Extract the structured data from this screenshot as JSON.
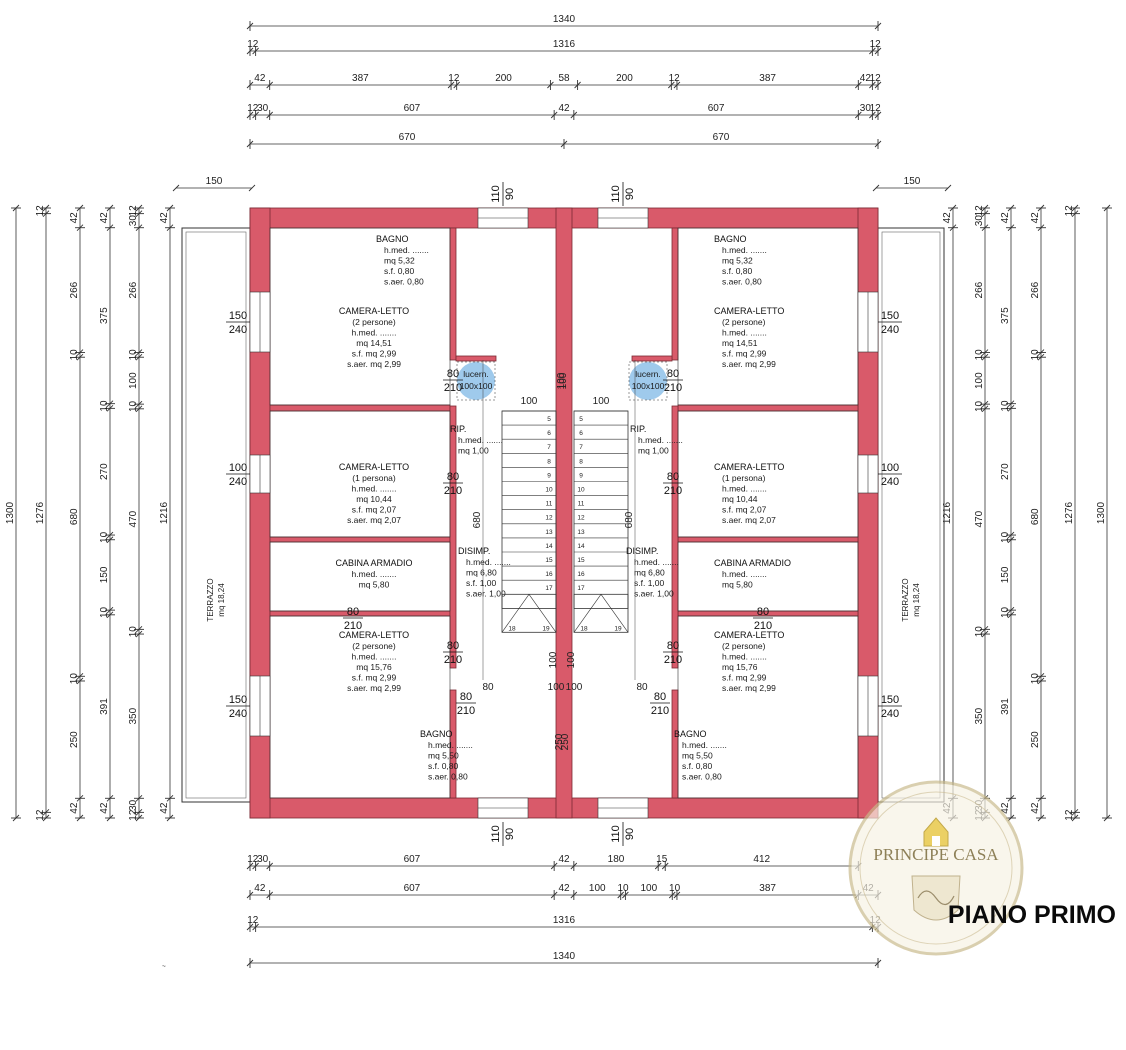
{
  "plan": {
    "title": "PIANO PRIMO",
    "stamp_text": "PRINCIPE CASA",
    "colors": {
      "wall": "#d95a6a",
      "window_glass": "#7fb8e6",
      "ink": "#222222"
    },
    "dims_top": [
      {
        "row": 0,
        "items": [
          {
            "a": 0,
            "b": 1340,
            "t": "1340"
          }
        ]
      },
      {
        "row": 1,
        "items": [
          {
            "a": 0,
            "b": 12,
            "t": "12"
          },
          {
            "a": 12,
            "b": 1328,
            "t": "1316"
          },
          {
            "a": 1328,
            "b": 1340,
            "t": "12"
          }
        ]
      },
      {
        "row": 2,
        "items": [
          {
            "a": 0,
            "b": 42,
            "t": "42"
          },
          {
            "a": 42,
            "b": 429,
            "t": "387"
          },
          {
            "a": 429,
            "b": 441,
            "t": "12"
          },
          {
            "a": 441,
            "b": 641,
            "t": "200"
          },
          {
            "a": 641,
            "b": 699,
            "t": "58"
          },
          {
            "a": 699,
            "b": 899,
            "t": "200"
          },
          {
            "a": 899,
            "b": 911,
            "t": "12"
          },
          {
            "a": 911,
            "b": 1298,
            "t": "387"
          },
          {
            "a": 1298,
            "b": 1328,
            "t": "42"
          },
          {
            "a": 1328,
            "b": 1340,
            "t": "12"
          }
        ]
      },
      {
        "row": 3,
        "items": [
          {
            "a": 0,
            "b": 12,
            "t": "12"
          },
          {
            "a": 12,
            "b": 42,
            "t": "30"
          },
          {
            "a": 42,
            "b": 649,
            "t": "607"
          },
          {
            "a": 649,
            "b": 691,
            "t": "42"
          },
          {
            "a": 691,
            "b": 1298,
            "t": "607"
          },
          {
            "a": 1298,
            "b": 1328,
            "t": "30"
          },
          {
            "a": 1328,
            "b": 1340,
            "t": "12"
          }
        ]
      },
      {
        "row": 4,
        "items": [
          {
            "a": 0,
            "b": 670,
            "t": "670"
          },
          {
            "a": 670,
            "b": 1340,
            "t": "670"
          }
        ]
      }
    ],
    "dims_bottom": [
      {
        "row": 0,
        "items": [
          {
            "a": 0,
            "b": 12,
            "t": "12"
          },
          {
            "a": 12,
            "b": 42,
            "t": "30"
          },
          {
            "a": 42,
            "b": 649,
            "t": "607"
          },
          {
            "a": 649,
            "b": 691,
            "t": "42"
          },
          {
            "a": 691,
            "b": 871,
            "t": "180"
          },
          {
            "a": 871,
            "b": 886,
            "t": "15"
          },
          {
            "a": 886,
            "b": 1298,
            "t": "412"
          }
        ]
      },
      {
        "row": 1,
        "items": [
          {
            "a": 0,
            "b": 42,
            "t": "42"
          },
          {
            "a": 42,
            "b": 649,
            "t": "607"
          },
          {
            "a": 649,
            "b": 691,
            "t": "42"
          },
          {
            "a": 691,
            "b": 791,
            "t": "100"
          },
          {
            "a": 791,
            "b": 801,
            "t": "10"
          },
          {
            "a": 801,
            "b": 901,
            "t": "100"
          },
          {
            "a": 901,
            "b": 911,
            "t": "10"
          },
          {
            "a": 911,
            "b": 1298,
            "t": "387"
          },
          {
            "a": 1298,
            "b": 1340,
            "t": "42"
          }
        ]
      },
      {
        "row": 2,
        "items": [
          {
            "a": 0,
            "b": 12,
            "t": "12"
          },
          {
            "a": 12,
            "b": 1328,
            "t": "1316"
          },
          {
            "a": 1328,
            "b": 1340,
            "t": "12"
          }
        ]
      },
      {
        "row": 3,
        "items": [
          {
            "a": 0,
            "b": 1340,
            "t": "1340"
          }
        ]
      }
    ],
    "dims_left": [
      {
        "col": 0,
        "items": [
          {
            "a": 0,
            "b": 1300,
            "t": "1300"
          }
        ]
      },
      {
        "col": 1,
        "items": [
          {
            "a": 0,
            "b": 12,
            "t": "12"
          },
          {
            "a": 12,
            "b": 1288,
            "t": "1276"
          },
          {
            "a": 1288,
            "b": 1300,
            "t": "12"
          }
        ]
      },
      {
        "col": 2,
        "items": [
          {
            "a": 0,
            "b": 42,
            "t": "42"
          },
          {
            "a": 42,
            "b": 308,
            "t": "266"
          },
          {
            "a": 308,
            "b": 318,
            "t": "10"
          },
          {
            "a": 318,
            "b": 998,
            "t": "680"
          },
          {
            "a": 998,
            "b": 1008,
            "t": "10"
          },
          {
            "a": 1008,
            "b": 1258,
            "t": "250"
          },
          {
            "a": 1258,
            "b": 1300,
            "t": "42"
          }
        ]
      },
      {
        "col": 3,
        "items": [
          {
            "a": 0,
            "b": 42,
            "t": "42"
          },
          {
            "a": 42,
            "b": 417,
            "t": "375"
          },
          {
            "a": 417,
            "b": 427,
            "t": "10"
          },
          {
            "a": 427,
            "b": 697,
            "t": "270"
          },
          {
            "a": 697,
            "b": 707,
            "t": "10"
          },
          {
            "a": 707,
            "b": 857,
            "t": "150"
          },
          {
            "a": 857,
            "b": 867,
            "t": "10"
          },
          {
            "a": 867,
            "b": 1258,
            "t": "391"
          },
          {
            "a": 1258,
            "b": 1300,
            "t": "42"
          }
        ]
      },
      {
        "col": 4,
        "items": [
          {
            "a": 0,
            "b": 12,
            "t": "12"
          },
          {
            "a": 12,
            "b": 42,
            "t": "30"
          },
          {
            "a": 42,
            "b": 308,
            "t": "266"
          },
          {
            "a": 308,
            "b": 318,
            "t": "10"
          },
          {
            "a": 318,
            "b": 418,
            "t": "100"
          },
          {
            "a": 418,
            "b": 428,
            "t": "10"
          },
          {
            "a": 428,
            "b": 898,
            "t": "470"
          },
          {
            "a": 898,
            "b": 908,
            "t": "10"
          },
          {
            "a": 908,
            "b": 1258,
            "t": "350"
          },
          {
            "a": 1258,
            "b": 1288,
            "t": "30"
          },
          {
            "a": 1288,
            "b": 1300,
            "t": "12"
          }
        ]
      },
      {
        "col": 5,
        "items": [
          {
            "a": 0,
            "b": 42,
            "t": "42"
          },
          {
            "a": 42,
            "b": 1258,
            "t": "1216"
          },
          {
            "a": 1258,
            "b": 1300,
            "t": "42"
          }
        ]
      }
    ],
    "dims_right": [
      {
        "col": 0,
        "items": [
          {
            "a": 0,
            "b": 42,
            "t": "42"
          },
          {
            "a": 42,
            "b": 1258,
            "t": "1216"
          },
          {
            "a": 1258,
            "b": 1300,
            "t": "42"
          }
        ]
      },
      {
        "col": 1,
        "items": [
          {
            "a": 0,
            "b": 12,
            "t": "12"
          },
          {
            "a": 12,
            "b": 42,
            "t": "30"
          },
          {
            "a": 42,
            "b": 308,
            "t": "266"
          },
          {
            "a": 308,
            "b": 318,
            "t": "10"
          },
          {
            "a": 318,
            "b": 418,
            "t": "100"
          },
          {
            "a": 418,
            "b": 428,
            "t": "10"
          },
          {
            "a": 428,
            "b": 898,
            "t": "470"
          },
          {
            "a": 898,
            "b": 908,
            "t": "10"
          },
          {
            "a": 908,
            "b": 1258,
            "t": "350"
          },
          {
            "a": 1258,
            "b": 1288,
            "t": "30"
          },
          {
            "a": 1288,
            "b": 1300,
            "t": "12"
          }
        ]
      },
      {
        "col": 2,
        "items": [
          {
            "a": 0,
            "b": 42,
            "t": "42"
          },
          {
            "a": 42,
            "b": 417,
            "t": "375"
          },
          {
            "a": 417,
            "b": 427,
            "t": "10"
          },
          {
            "a": 427,
            "b": 697,
            "t": "270"
          },
          {
            "a": 697,
            "b": 707,
            "t": "10"
          },
          {
            "a": 707,
            "b": 857,
            "t": "150"
          },
          {
            "a": 857,
            "b": 867,
            "t": "10"
          },
          {
            "a": 867,
            "b": 1258,
            "t": "391"
          },
          {
            "a": 1258,
            "b": 1300,
            "t": "42"
          }
        ]
      },
      {
        "col": 3,
        "items": [
          {
            "a": 0,
            "b": 42,
            "t": "42"
          },
          {
            "a": 42,
            "b": 308,
            "t": "266"
          },
          {
            "a": 308,
            "b": 318,
            "t": "10"
          },
          {
            "a": 318,
            "b": 998,
            "t": "680"
          },
          {
            "a": 998,
            "b": 1008,
            "t": "10"
          },
          {
            "a": 1008,
            "b": 1258,
            "t": "250"
          },
          {
            "a": 1258,
            "b": 1300,
            "t": "42"
          }
        ]
      },
      {
        "col": 4,
        "items": [
          {
            "a": 0,
            "b": 12,
            "t": "12"
          },
          {
            "a": 12,
            "b": 1288,
            "t": "1276"
          },
          {
            "a": 1288,
            "b": 1300,
            "t": "12"
          }
        ]
      },
      {
        "col": 5,
        "items": [
          {
            "a": 0,
            "b": 1300,
            "t": "1300"
          }
        ]
      }
    ],
    "terrace_width_label": "150",
    "terrace_label": "TERRAZZO",
    "terrace_area": "mq 18,24",
    "side_window_labels": [
      {
        "a": "150",
        "b": "240"
      },
      {
        "a": "100",
        "b": "240"
      },
      {
        "a": "150",
        "b": "240"
      }
    ],
    "front_window": {
      "a": "110",
      "b": "90"
    },
    "skylight": {
      "name": "lucern.",
      "size": "100x100"
    },
    "hall_height": "680",
    "unit_left": {
      "rooms": [
        {
          "name": "BAGNO",
          "lines": [
            "h.med. .......",
            "mq 5,32",
            "s.f. 0,80",
            "s.aer. 0,80"
          ]
        },
        {
          "name": "CAMERA-LETTO",
          "lines": [
            "(2 persone)",
            "h.med. .......",
            "mq 14,51",
            "s.f. mq 2,99",
            "s.aer. mq 2,99"
          ]
        },
        {
          "name": "CAMERA-LETTO",
          "lines": [
            "(1 persona)",
            "h.med. .......",
            "mq 10,44",
            "s.f. mq 2,07",
            "s.aer. mq 2,07"
          ]
        },
        {
          "name": "CABINA ARMADIO",
          "lines": [
            "h.med. .......",
            "mq 5,80"
          ]
        },
        {
          "name": "CAMERA-LETTO",
          "lines": [
            "(2 persone)",
            "h.med. .......",
            "mq 15,76",
            "s.f. mq 2,99",
            "s.aer. mq 2,99"
          ]
        },
        {
          "name": "BAGNO",
          "lines": [
            "h.med. .......",
            "mq 5,50",
            "s.f. 0,80",
            "s.aer. 0,80"
          ]
        },
        {
          "name": "RIP.",
          "lines": [
            "h.med. .......",
            "mq 1,00"
          ]
        },
        {
          "name": "DISIMP.",
          "lines": [
            "h.med. .......",
            "mq 6,80",
            "s.f. 1,00",
            "s.aer. 1,00"
          ]
        }
      ]
    },
    "unit_right": {
      "rooms": [
        {
          "name": "BAGNO",
          "lines": [
            "h.med. .......",
            "mq 5,32",
            "s.f. 0,80",
            "s.aer. 0,80"
          ]
        },
        {
          "name": "CAMERA-LETTO",
          "lines": [
            "(2 persone)",
            "h.med. .......",
            "mq 14,51",
            "s.f. mq 2,99",
            "s.aer. mq 2,99"
          ]
        },
        {
          "name": "CAMERA-LETTO",
          "lines": [
            "(1 persona)",
            "h.med. .......",
            "mq 10,44",
            "s.f. mq 2,07",
            "s.aer. mq 2,07"
          ]
        },
        {
          "name": "CABINA ARMADIO",
          "lines": [
            "h.med. .......",
            "mq 5,80"
          ]
        },
        {
          "name": "CAMERA-LETTO",
          "lines": [
            "(2 persone)",
            "h.med. .......",
            "mq 15,76",
            "s.f. mq 2,99",
            "s.aer. mq 2,99"
          ]
        },
        {
          "name": "BAGNO",
          "lines": [
            "h.med. .......",
            "mq 5,50",
            "s.f. 0,80",
            "s.aer. 0,80"
          ]
        },
        {
          "name": "RIP.",
          "lines": [
            "h.med. .......",
            "mq 1,00"
          ]
        },
        {
          "name": "DISIMP.",
          "lines": [
            "h.med. .......",
            "mq 6,80",
            "s.f. 1,00",
            "s.aer. 1,00"
          ]
        }
      ]
    },
    "door_labels": [
      {
        "a": "80",
        "b": "210"
      },
      {
        "a": "80",
        "b": "210"
      },
      {
        "a": "80",
        "b": "210"
      },
      {
        "a": "80",
        "b": "210"
      },
      {
        "a": "80",
        "b": "210"
      }
    ],
    "stair_steps": [
      "5",
      "6",
      "7",
      "8",
      "9",
      "10",
      "11",
      "12",
      "13",
      "14",
      "15",
      "16",
      "17",
      "18",
      "19"
    ],
    "stair_landing": [
      "100",
      "100",
      "100",
      "80",
      "100",
      "250"
    ]
  }
}
